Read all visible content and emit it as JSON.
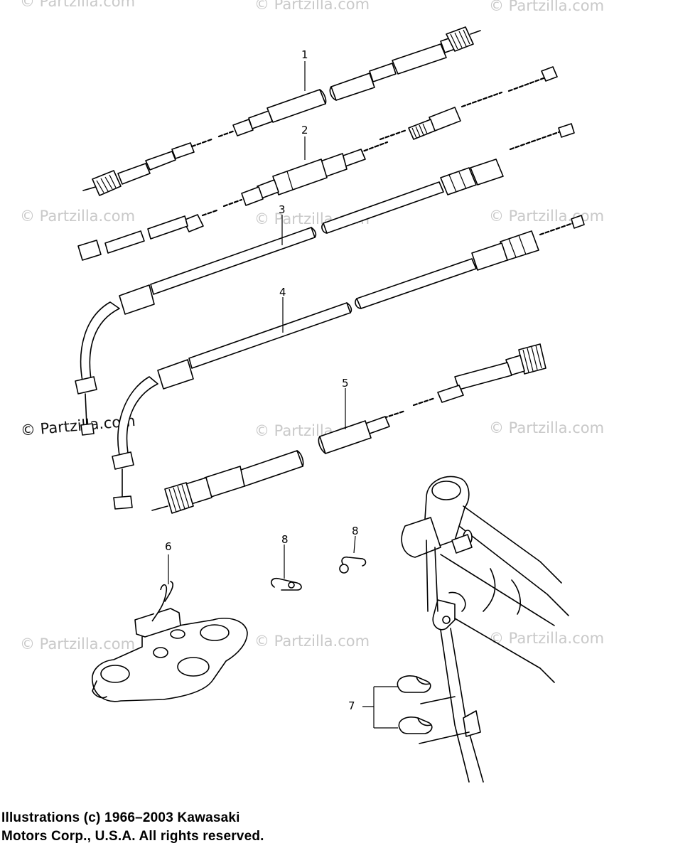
{
  "watermarks": [
    "© Partzilla.com",
    "© Partzilla.com",
    "© Partzilla.com",
    "© Partzilla.com",
    "© Partzilla.com",
    "© Partzilla.com",
    "© Partzilla.com",
    "© Partzilla.com",
    "© Partzilla.com",
    "© Partzilla.com",
    "© Partzilla.com"
  ],
  "watermark_bold": "© Partzilla.com",
  "callouts": {
    "c1": "1",
    "c2": "2",
    "c3": "3",
    "c4": "4",
    "c5": "5",
    "c6": "6",
    "c7": "7",
    "c8a": "8",
    "c8b": "8"
  },
  "copyright": {
    "line1": "Illustrations (c) 1966–2003 Kawasaki",
    "line2": "Motors Corp., U.S.A.  All rights reserved."
  }
}
